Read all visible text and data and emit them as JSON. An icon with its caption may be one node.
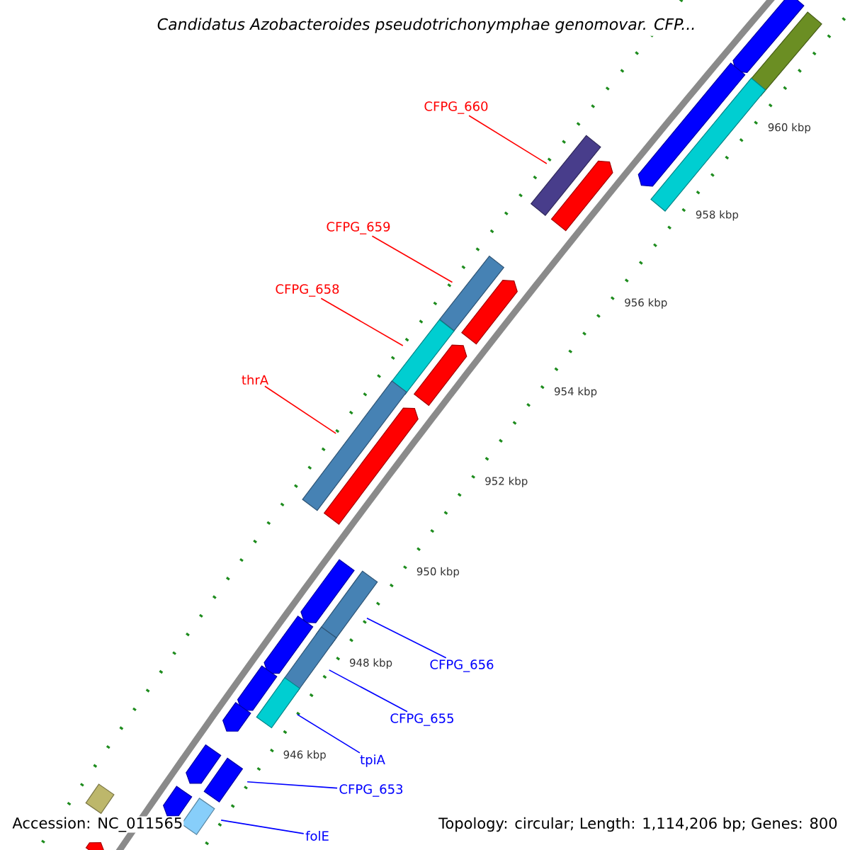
{
  "diagram": {
    "title": "Candidatus Azobacteroides pseudotrichonymphae genomovar. CFP...",
    "nodes": [
      {
        "text": [
          "CFPG_660"
        ]
      },
      {
        "text": [
          "CFPG_659"
        ]
      },
      {
        "text": [
          "CFPG_658"
        ]
      },
      {
        "text": [
          "thrA"
        ]
      },
      {
        "text": [
          "CFPG_656"
        ]
      },
      {
        "text": [
          "CFPG_655"
        ]
      },
      {
        "text": [
          "tpiA"
        ]
      },
      {
        "text": [
          "CFPG_653"
        ]
      },
      {
        "text": [
          "folE"
        ]
      },
      {
        "text": [],
        "shape": "bar"
      },
      {
        "text": [],
        "shape": "bar"
      },
      {
        "text": [],
        "shape": "bar"
      },
      {
        "text": [],
        "shape": "bar"
      },
      {
        "text": [],
        "shape": "bar"
      },
      {
        "text": [],
        "shape": "bar"
      },
      {
        "text": [],
        "shape": "bar"
      },
      {
        "text": [],
        "shape": "bar"
      },
      {
        "text": [],
        "shape": "bar"
      },
      {
        "text": [],
        "shape": "pentagon"
      },
      {
        "text": [],
        "shape": "pentagon"
      },
      {
        "text": [],
        "shape": "pentagon"
      },
      {
        "text": [],
        "shape": "pentagon"
      },
      {
        "text": [],
        "shape": "pentagon"
      },
      {
        "text": [],
        "shape": "bar"
      },
      {
        "text": [],
        "shape": "pentagon"
      },
      {
        "text": [],
        "shape": "pentagon"
      },
      {
        "text": [],
        "shape": "pentagon"
      },
      {
        "text": [],
        "shape": "pentagon"
      },
      {
        "text": [],
        "shape": "pentagon"
      },
      {
        "text": [],
        "shape": "pentagon"
      },
      {
        "text": [],
        "shape": "pentagon"
      },
      {
        "text": [],
        "shape": "pentagon"
      },
      {
        "text": [],
        "shape": "bar"
      },
      {
        "text": [],
        "shape": "bar"
      }
    ],
    "edges": [
      {
        "from": 0,
        "to": 9,
        "arrow": "none",
        "color": "#ff0000"
      },
      {
        "from": 1,
        "to": 10,
        "arrow": "none",
        "color": "#ff0000"
      },
      {
        "from": 2,
        "to": 11,
        "arrow": "none",
        "color": "#ff0000"
      },
      {
        "from": 3,
        "to": 12,
        "arrow": "none",
        "color": "#ff0000"
      },
      {
        "from": 4,
        "to": 13,
        "arrow": "none"
      },
      {
        "from": 5,
        "to": 14,
        "arrow": "none"
      },
      {
        "from": 6,
        "to": 15,
        "arrow": "none"
      },
      {
        "from": 7,
        "to": 16,
        "arrow": "none"
      },
      {
        "from": 8,
        "to": 17,
        "arrow": "none"
      }
    ],
    "labels": [
      "960 kbp",
      "958 kbp",
      "956 kbp",
      "954 kbp",
      "952 kbp",
      "950 kbp",
      "948 kbp",
      "946 kbp",
      "Accession: NC_011565",
      "Topology: circular; Length: 1,114,206 bp; Genes: 800"
    ]
  }
}
